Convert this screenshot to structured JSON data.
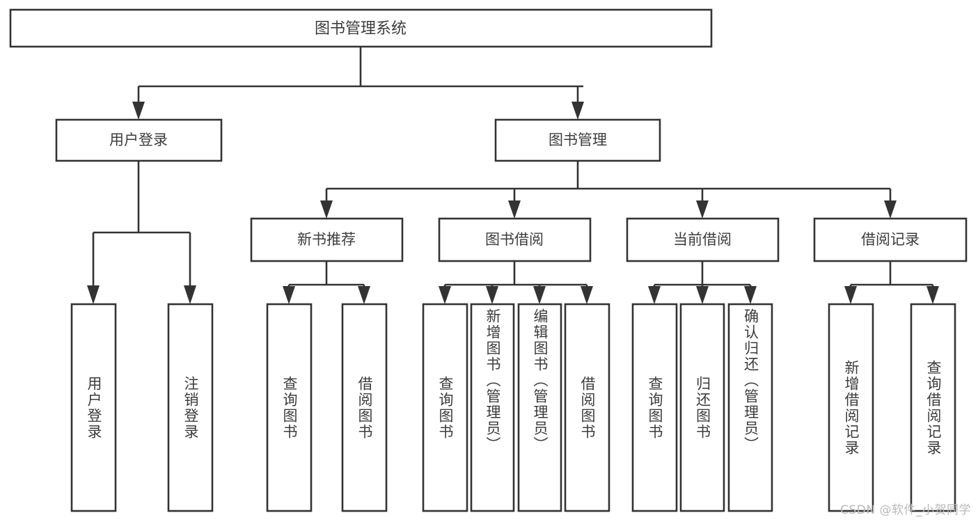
{
  "diagram": {
    "type": "tree-hierarchy",
    "title": "图书管理系统",
    "orientation": "top-down",
    "root": {
      "label": "图书管理系统",
      "children": [
        {
          "label": "用户登录",
          "children": [
            {
              "label": "用户登录"
            },
            {
              "label": "注销登录"
            }
          ]
        },
        {
          "label": "图书管理",
          "children": [
            {
              "label": "新书推荐",
              "children": [
                {
                  "label": "查询图书"
                },
                {
                  "label": "借阅图书"
                }
              ]
            },
            {
              "label": "图书借阅",
              "children": [
                {
                  "label": "查询图书"
                },
                {
                  "label": "新增图书（管理员）"
                },
                {
                  "label": "编辑图书（管理员）"
                },
                {
                  "label": "借阅图书"
                }
              ]
            },
            {
              "label": "当前借阅",
              "children": [
                {
                  "label": "查询图书"
                },
                {
                  "label": "归还图书"
                },
                {
                  "label": "确认归还（管理员）"
                }
              ]
            },
            {
              "label": "借阅记录",
              "children": [
                {
                  "label": "新增借阅记录"
                },
                {
                  "label": "查询借阅记录"
                }
              ]
            }
          ]
        }
      ]
    },
    "nodes": {
      "root": "图书管理系统",
      "l2_user_login": "用户登录",
      "l2_book_mgmt": "图书管理",
      "l3_new_book_rec": "新书推荐",
      "l3_book_borrow": "图书借阅",
      "l3_current_borrow": "当前借阅",
      "l3_borrow_record": "借阅记录",
      "leaf_user_login": "用户登录",
      "leaf_logout": "注销登录",
      "leaf_rec_query": "查询图书",
      "leaf_rec_borrow": "借阅图书",
      "leaf_borrow_query": "查询图书",
      "leaf_borrow_add": "新增图书（管理员）",
      "leaf_borrow_edit": "编辑图书（管理员）",
      "leaf_borrow_borrow": "借阅图书",
      "leaf_cur_query": "查询图书",
      "leaf_cur_return": "归还图书",
      "leaf_cur_confirm": "确认归还（管理员）",
      "leaf_rec_add": "新增借阅记录",
      "leaf_rec_query2": "查询借阅记录"
    },
    "colors": {
      "box_fill": "#ffffff",
      "box_stroke": "#333333",
      "text": "#3c3c3c",
      "background": "#ffffff",
      "watermark": "#b9b9b9"
    }
  },
  "watermark": {
    "text": "CSDN @软件_小贺同学"
  }
}
